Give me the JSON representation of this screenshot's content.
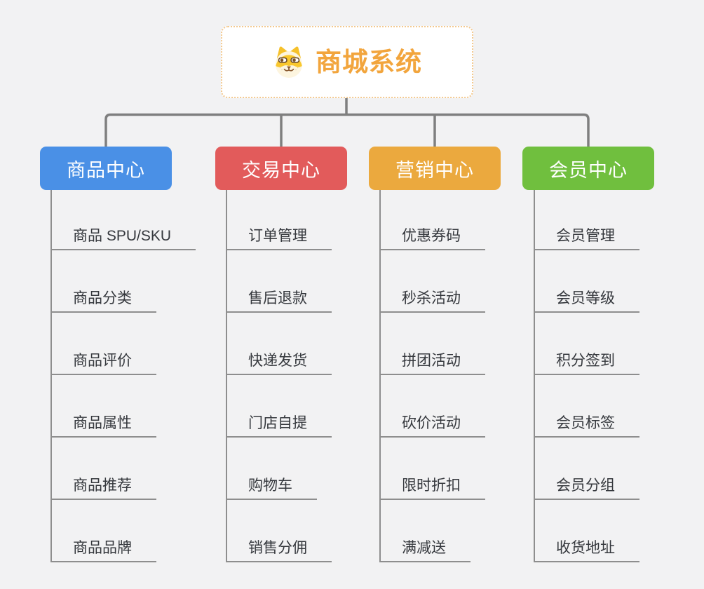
{
  "root": {
    "title": "商城系统",
    "icon": "shiba-dog-icon",
    "title_color": "#f2a53d",
    "border_color": "#f3c98f"
  },
  "connector_color": "#7f7f7f",
  "branches": [
    {
      "label": "商品中心",
      "color": "#4a90e6",
      "children": [
        "商品 SPU/SKU",
        "商品分类",
        "商品评价",
        "商品属性",
        "商品推荐",
        "商品品牌"
      ]
    },
    {
      "label": "交易中心",
      "color": "#e25b5b",
      "children": [
        "订单管理",
        "售后退款",
        "快递发货",
        "门店自提",
        "购物车",
        "销售分佣"
      ]
    },
    {
      "label": "营销中心",
      "color": "#eba93e",
      "children": [
        "优惠券码",
        "秒杀活动",
        "拼团活动",
        "砍价活动",
        "限时折扣",
        "满减送"
      ]
    },
    {
      "label": "会员中心",
      "color": "#70bf3e",
      "children": [
        "会员管理",
        "会员等级",
        "积分签到",
        "会员标签",
        "会员分组",
        "收货地址"
      ]
    }
  ]
}
